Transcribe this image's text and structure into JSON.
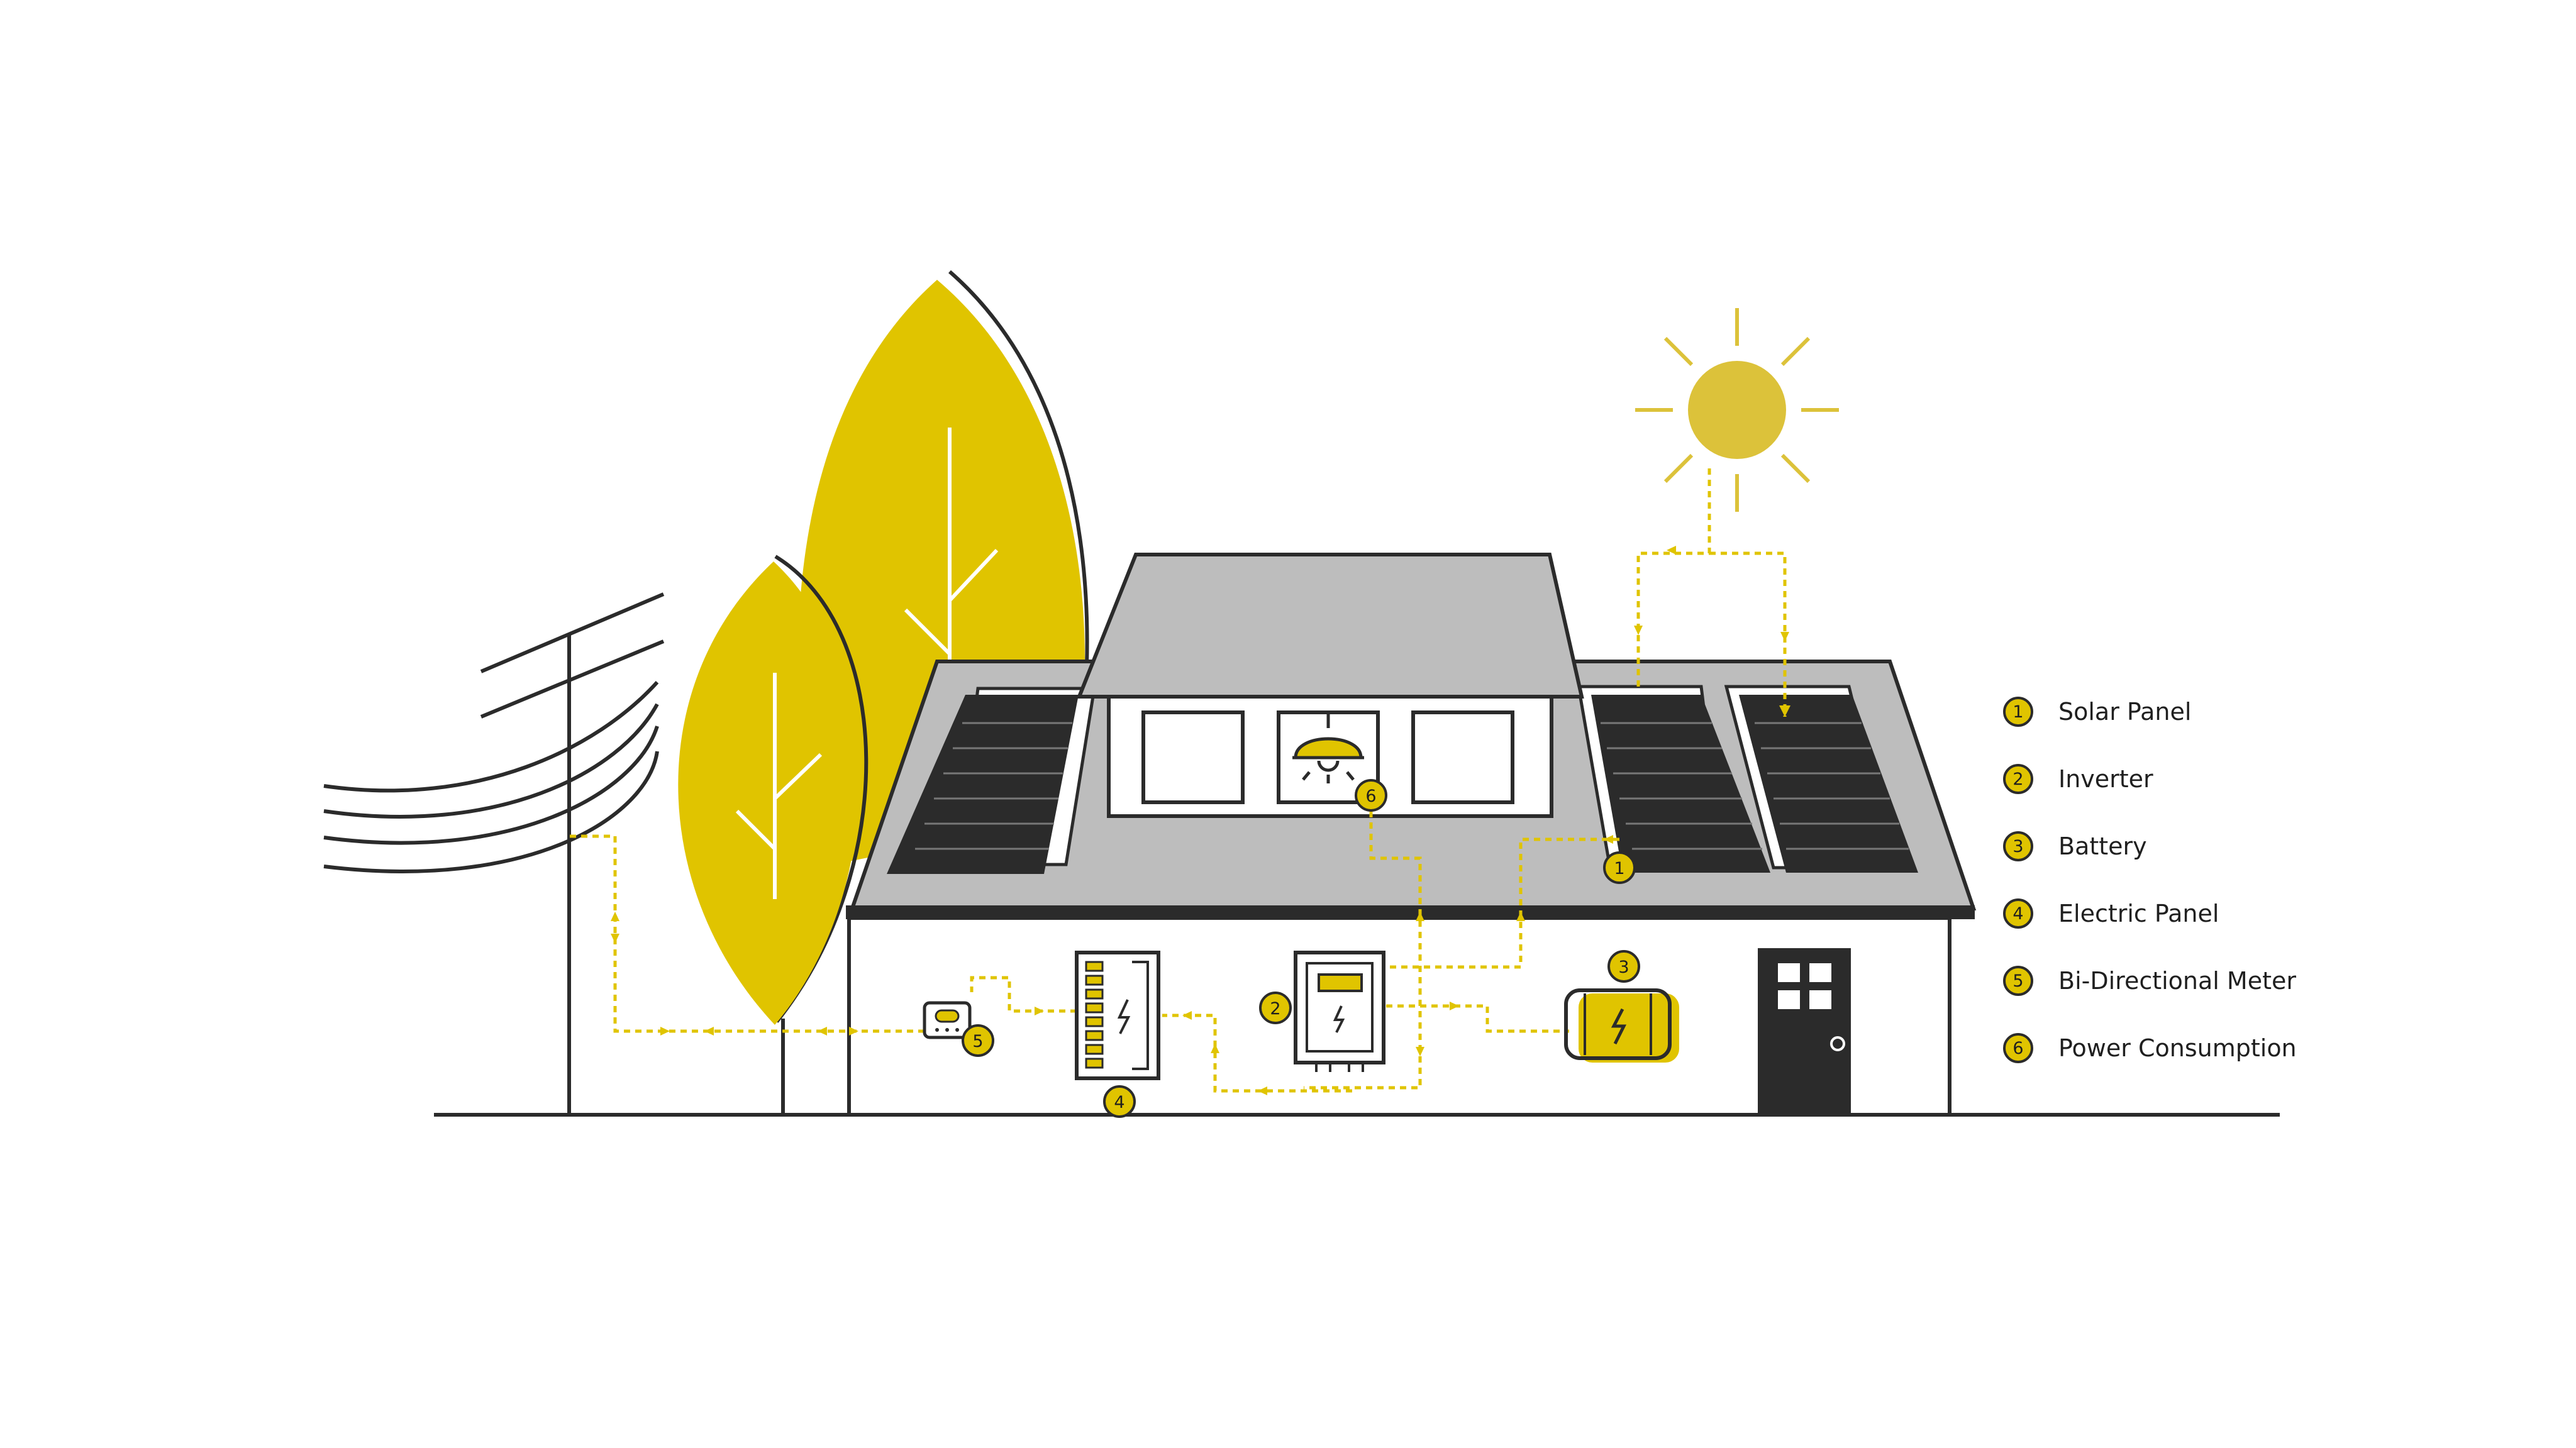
{
  "colors": {
    "accent": "#e0c400",
    "sun": "#dcc23a",
    "outline": "#2b2b2b",
    "roof": "#bdbdbd",
    "panel": "#2b2b2b",
    "flow": "#e0c400"
  },
  "icons": [
    "sun-icon",
    "tree-icon",
    "utility-pole-icon",
    "solar-panel-icon",
    "lamp-icon",
    "inverter-icon",
    "battery-icon",
    "electric-panel-icon",
    "meter-icon",
    "door-icon"
  ],
  "callouts": [
    "1",
    "2",
    "3",
    "4",
    "5",
    "6"
  ],
  "legend": [
    {
      "num": "1",
      "label": "Solar Panel"
    },
    {
      "num": "2",
      "label": "Inverter"
    },
    {
      "num": "3",
      "label": "Battery"
    },
    {
      "num": "4",
      "label": "Electric Panel"
    },
    {
      "num": "5",
      "label": "Bi-Directional Meter"
    },
    {
      "num": "6",
      "label": "Power Consumption"
    }
  ]
}
